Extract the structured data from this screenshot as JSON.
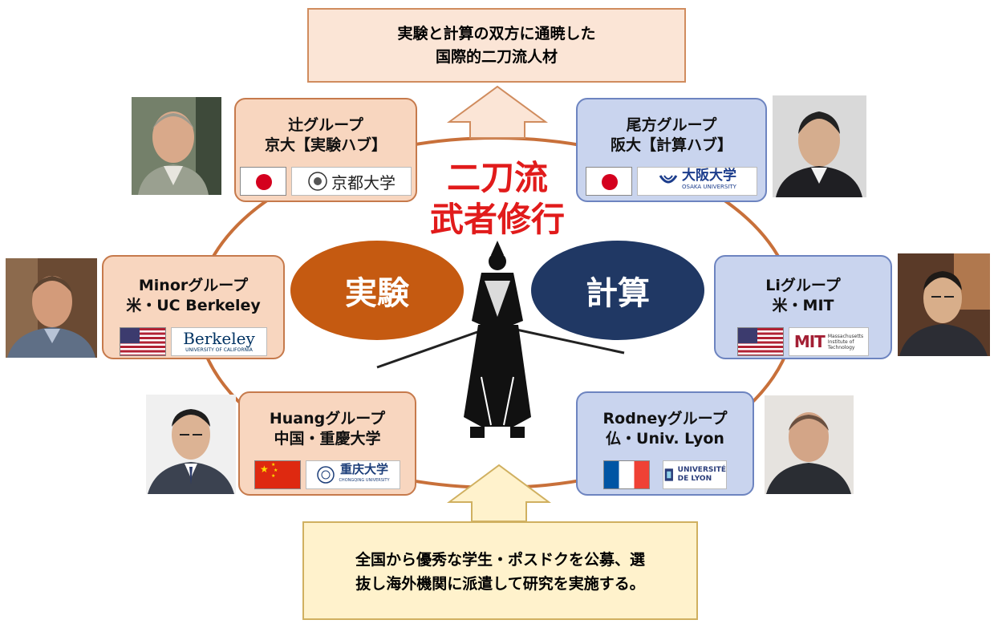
{
  "top_goal": {
    "line1": "実験と計算の双方に通暁した",
    "line2": "国際的二刀流人材"
  },
  "center_title": {
    "line1": "二刀流",
    "line2": "武者修行"
  },
  "circles": {
    "experiment": "実験",
    "computation": "計算"
  },
  "groups": {
    "tsuji": {
      "line1": "辻グループ",
      "line2": "京大【実験ハブ】",
      "logo_text": "京都大学"
    },
    "ogata": {
      "line1": "尾方グループ",
      "line2": "阪大【計算ハブ】",
      "logo_text": "大阪大学",
      "logo_sub": "OSAKA UNIVERSITY"
    },
    "minor": {
      "line1": "Minorグループ",
      "line2": "米・UC Berkeley",
      "logo_text": "Berkeley",
      "logo_sub": "UNIVERSITY OF CALIFORNIA"
    },
    "li": {
      "line1": "Liグループ",
      "line2": "米・MIT",
      "logo_text": "MIT",
      "logo_sub1": "Massachusetts",
      "logo_sub2": "Institute of",
      "logo_sub3": "Technology"
    },
    "huang": {
      "line1": "Huangグループ",
      "line2": "中国・重慶大学",
      "logo_text": "重庆大学",
      "logo_sub": "CHONGQING UNIVERSITY"
    },
    "rodney": {
      "line1": "Rodneyグループ",
      "line2": "仏・Univ. Lyon",
      "logo_text1": "UNIVERSITÉ",
      "logo_text2": "DE LYON"
    }
  },
  "bottom_note": {
    "line1": "全国から優秀な学生・ポスドクを公募、選",
    "line2": "抜し海外機関に派遣して研究を実施する。"
  },
  "colors": {
    "ring": "#c8703a",
    "experiment_circle": "#c55a11",
    "computation_circle": "#203864",
    "title_red": "#e11b1b",
    "exp_box": "#f8d6bf",
    "comp_box": "#c9d4ee"
  }
}
